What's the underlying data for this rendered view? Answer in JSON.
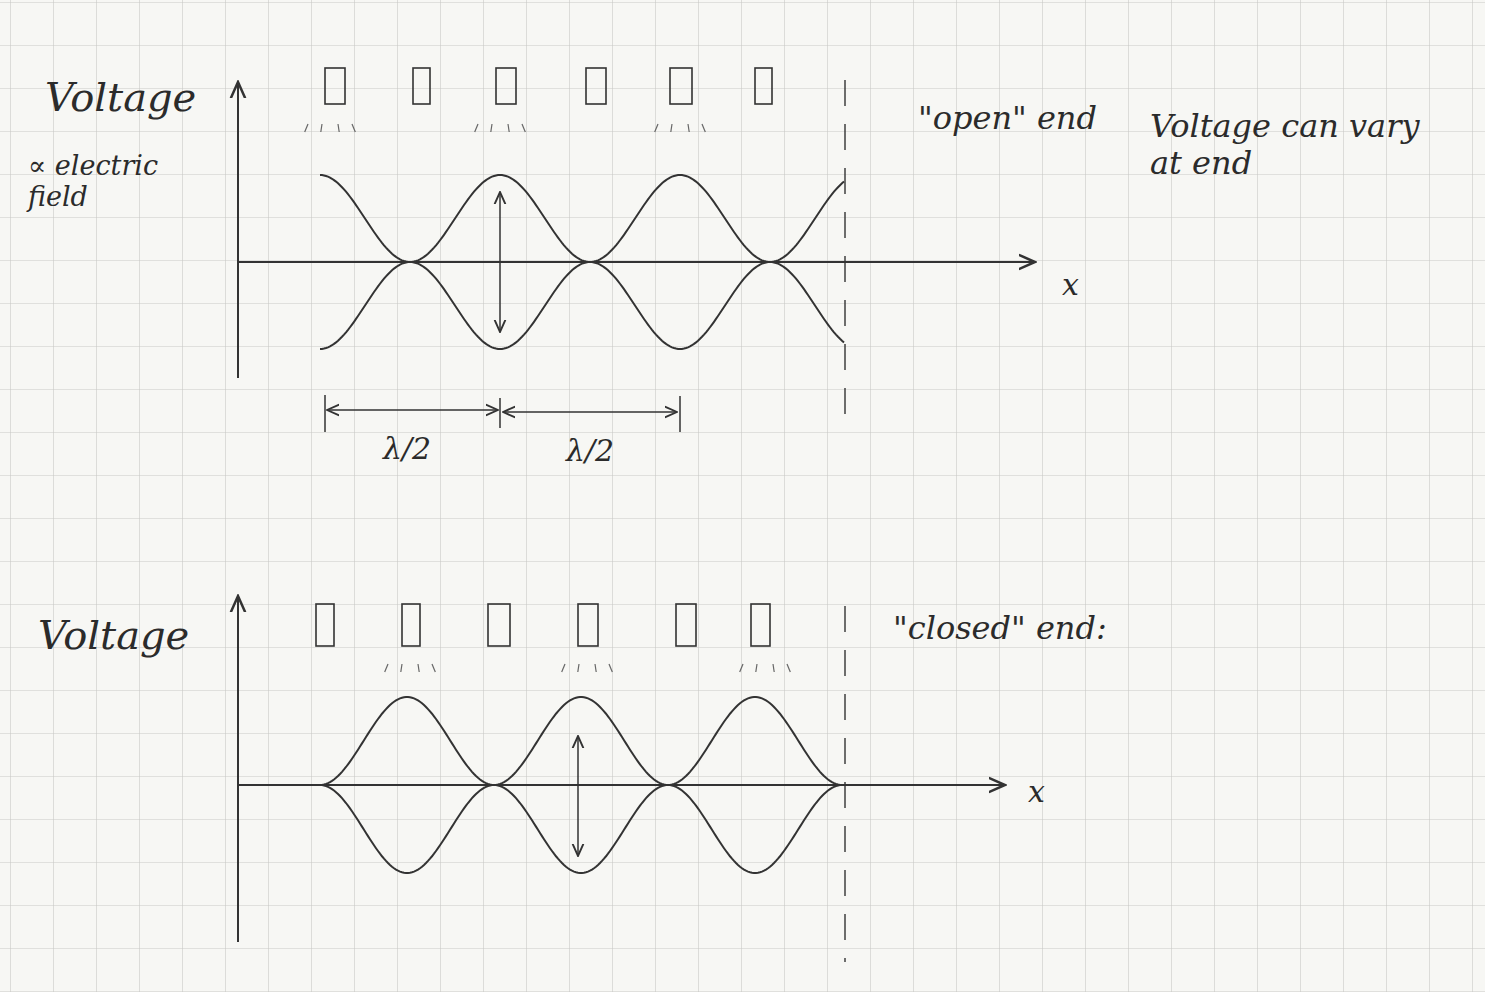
{
  "diagram": {
    "labels": [
      "Voltage",
      "∝ electric field",
      "x",
      "λ/2",
      "λ/2",
      "\"open\" end",
      "Voltage can vary at end",
      "Voltage",
      "x",
      "\"closed\" end:"
    ]
  }
}
